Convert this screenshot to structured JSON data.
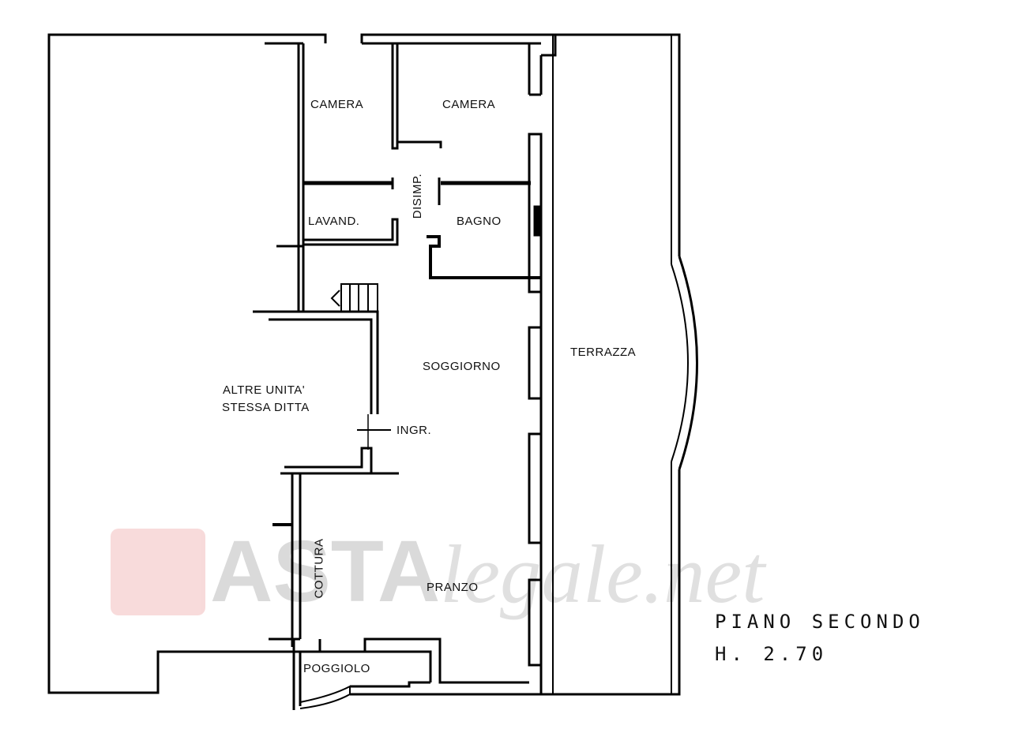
{
  "plan": {
    "title": "PIANO SECONDO",
    "height_label": "H. 2.70",
    "rooms": {
      "camera_1": "CAMERA",
      "camera_2": "CAMERA",
      "disimpegno": "DISIMP.",
      "lavanderia": "LAVAND.",
      "bagno": "BAGNO",
      "soggiorno": "SOGGIORNO",
      "terrazza": "TERRAZZA",
      "altre_1": "ALTRE UNITA'",
      "altre_2": "STESSA DITTA",
      "ingresso": "INGR.",
      "cottura": "COTTURA",
      "pranzo": "PRANZO",
      "poggiolo": "POGGIOLO"
    }
  },
  "watermark": {
    "brand": "ASTA",
    "rest": "legale.net"
  }
}
